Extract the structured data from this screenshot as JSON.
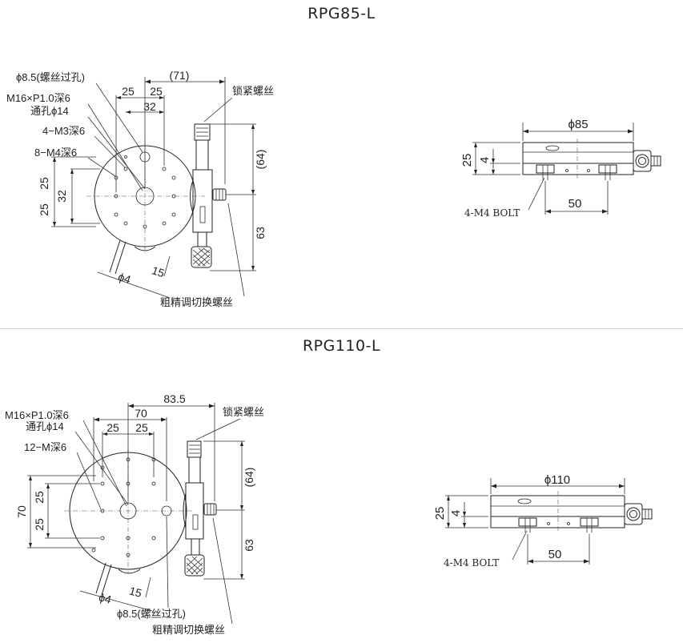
{
  "top": {
    "title": "RPG85-L",
    "labels": {
      "hole_thru": "ϕ8.5(螺丝过孔)",
      "thread": "M16×P1.0深6",
      "through_hole": "通孔ϕ14",
      "m3": "4−M3深6",
      "m4": "8−M4深6",
      "lock": "锁紧螺丝",
      "coarse": "粗精调切换螺丝",
      "bolt": "4-M4 BOLT"
    },
    "dims": {
      "d71": "(71)",
      "d25a": "25",
      "d25b": "25",
      "d32": "32",
      "d25l": "25",
      "d32l": "32",
      "d25l2": "25",
      "d64": "(64)",
      "d63": "63",
      "phi4": "ϕ4",
      "d15": "15",
      "phi85": "ϕ85",
      "side25": "25",
      "side4": "4",
      "side50": "50"
    }
  },
  "bottom": {
    "title": "RPG110-L",
    "labels": {
      "thread": "M16×P1.0深6",
      "through_hole": "通孔ϕ14",
      "m6": "12−M深6",
      "lock": "锁紧螺丝",
      "hole_thru": "ϕ8.5(螺丝过孔)",
      "coarse": "粗精调切换螺丝",
      "bolt": "4-M4 BOLT"
    },
    "dims": {
      "d835": "83.5",
      "d70": "70",
      "d25a": "25",
      "d25b": "25",
      "d70l": "70",
      "d25l": "25",
      "d25l2": "25",
      "d64": "(64)",
      "d63": "63",
      "phi4": "ϕ4",
      "d15": "15",
      "phi110": "ϕ110",
      "side25": "25",
      "side4": "4",
      "side50": "50"
    }
  }
}
